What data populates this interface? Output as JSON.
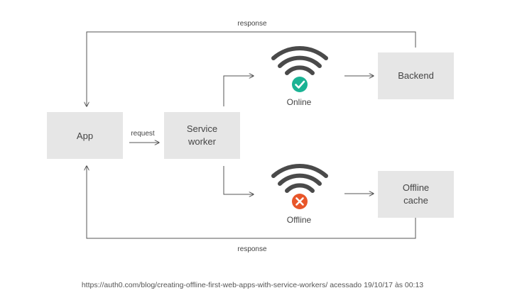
{
  "nodes": {
    "app": "App",
    "service_worker": [
      "Service",
      "worker"
    ],
    "backend": "Backend",
    "offline_cache": [
      "Offline",
      "cache"
    ]
  },
  "edges": {
    "request": "request",
    "response_top": "response",
    "response_bottom": "response"
  },
  "status": {
    "online": {
      "label": "Online",
      "icon": "wifi-check-icon",
      "color": "#1ab394"
    },
    "offline": {
      "label": "Offline",
      "icon": "wifi-x-icon",
      "color": "#e8562a"
    }
  },
  "caption": "https://auth0.com/blog/creating-offline-first-web-apps-with-service-workers/ acessado 19/10/17 às 00:13"
}
